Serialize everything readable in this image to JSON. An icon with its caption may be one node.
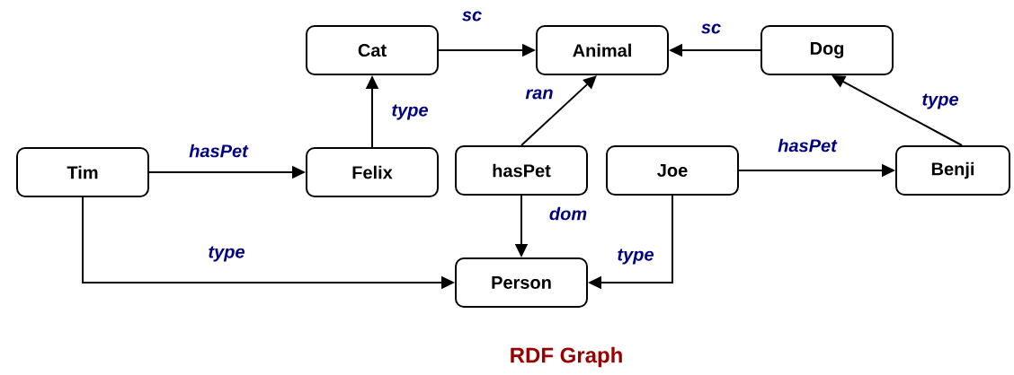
{
  "diagram": {
    "caption": "RDF Graph",
    "nodes": [
      {
        "text": [
          "Cat"
        ]
      },
      {
        "text": [
          "Animal"
        ]
      },
      {
        "text": [
          "Dog"
        ]
      },
      {
        "text": [
          "Tim"
        ]
      },
      {
        "text": [
          "Felix"
        ]
      },
      {
        "text": [
          "hasPet"
        ]
      },
      {
        "text": [
          "Joe"
        ]
      },
      {
        "text": [
          "Benji"
        ]
      },
      {
        "text": [
          "Person"
        ]
      }
    ],
    "edges": [
      {
        "from": 0,
        "to": 1,
        "arrow": "to",
        "label": "sc"
      },
      {
        "from": 2,
        "to": 1,
        "arrow": "to",
        "label": "sc"
      },
      {
        "from": 4,
        "to": 0,
        "arrow": "to",
        "label": "type"
      },
      {
        "from": 5,
        "to": 1,
        "arrow": "to",
        "label": "ran"
      },
      {
        "from": 3,
        "to": 4,
        "arrow": "to",
        "label": "hasPet"
      },
      {
        "from": 7,
        "to": 2,
        "arrow": "to",
        "label": "type"
      },
      {
        "from": 6,
        "to": 7,
        "arrow": "to",
        "label": "hasPet"
      },
      {
        "from": 3,
        "to": 8,
        "arrow": "to",
        "label": "type"
      },
      {
        "from": 5,
        "to": 8,
        "arrow": "to",
        "label": "dom"
      },
      {
        "from": 6,
        "to": 8,
        "arrow": "to",
        "label": "type"
      }
    ]
  }
}
